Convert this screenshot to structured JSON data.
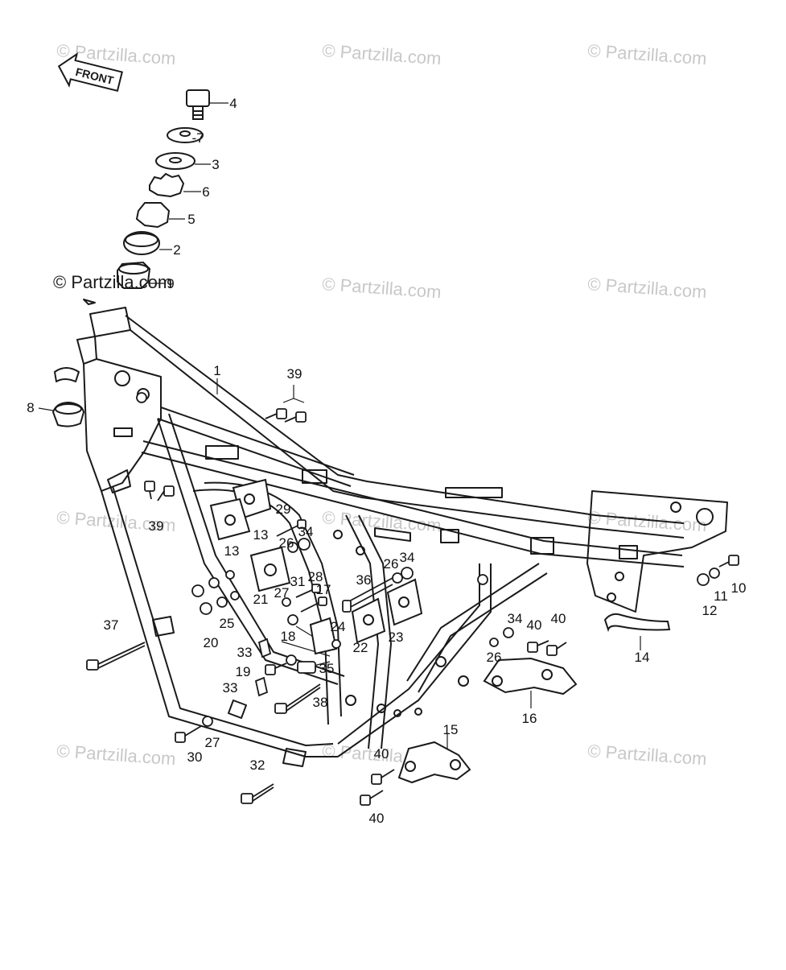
{
  "watermark": "© Partzilla.com",
  "primary_watermark": "© Partzilla.com",
  "front_arrow_label": "FRONT",
  "colors": {
    "ink": "#1a1a1a",
    "watermark": "#c8c8c8",
    "background": "#ffffff"
  },
  "callouts": [
    "4",
    "-7",
    "3",
    "6",
    "5",
    "2",
    "9",
    "8",
    "1",
    "39",
    "39",
    "29",
    "13",
    "13",
    "26",
    "34",
    "21",
    "27",
    "31",
    "28",
    "17",
    "36",
    "26",
    "34",
    "37",
    "25",
    "20",
    "33",
    "18",
    "19",
    "35",
    "24",
    "22",
    "23",
    "33",
    "38",
    "27",
    "30",
    "32",
    "40",
    "40",
    "15",
    "16",
    "26",
    "34",
    "40",
    "40",
    "14",
    "10",
    "11",
    "12"
  ]
}
